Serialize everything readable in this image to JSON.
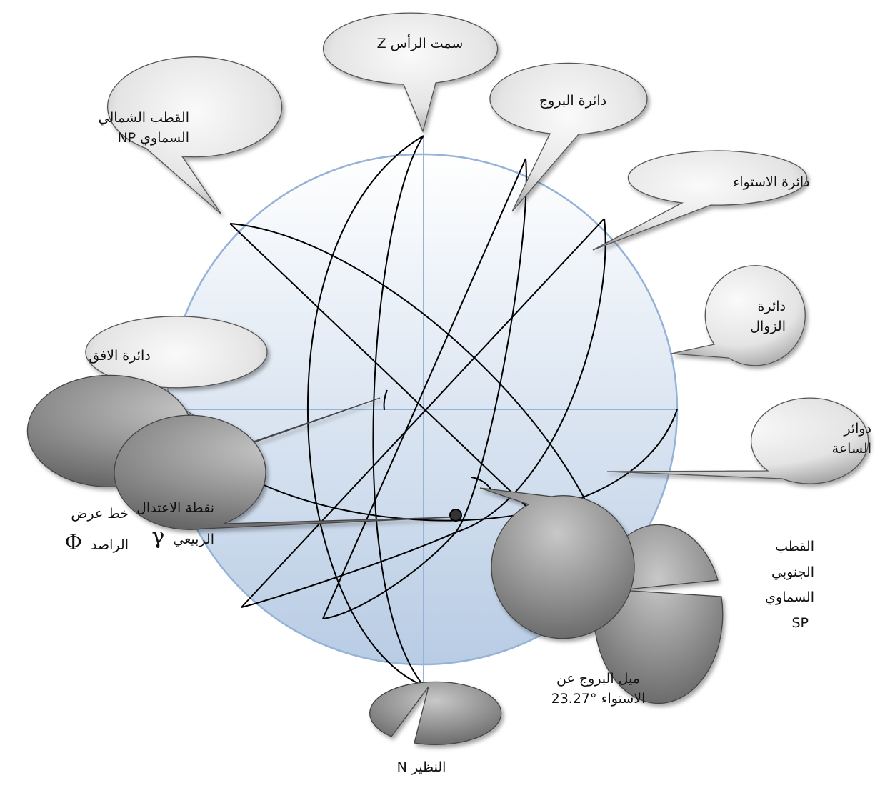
{
  "colors": {
    "sphere_top": "#ffffff",
    "sphere_bottom": "#b8cce4",
    "sphere_border": "#95b3d7",
    "callout_light": "#f2f2f2",
    "callout_dark": "#7f7f7f",
    "curve": "#000000"
  },
  "labels": {
    "zenith": "سمت الرأس Z",
    "ecliptic": "دائرة البروج",
    "north_pole_1": "القطب الشمالي",
    "north_pole_2": "السماوي NP",
    "equator": "دائرة الاستواء",
    "meridian_1": "دائرة",
    "meridian_2": "الزوال",
    "horizon": "دائرة الافق",
    "hour_circles_1": "دوائر",
    "hour_circles_2": "الساعة",
    "latitude_1": "خط عرض",
    "latitude_2": "الراصد",
    "latitude_symbol": "Φ",
    "south_pole_1": "القطب",
    "south_pole_2": "الجنوبي",
    "south_pole_3": "السماوي",
    "south_pole_4": "SP",
    "obliquity_1": "ميل البروج عن",
    "obliquity_2": "الاستواء °23.27",
    "vernal_1": "نقطة الاعتدال",
    "vernal_2": "الربيعي",
    "vernal_symbol": "γ",
    "nadir": "النظير N"
  }
}
